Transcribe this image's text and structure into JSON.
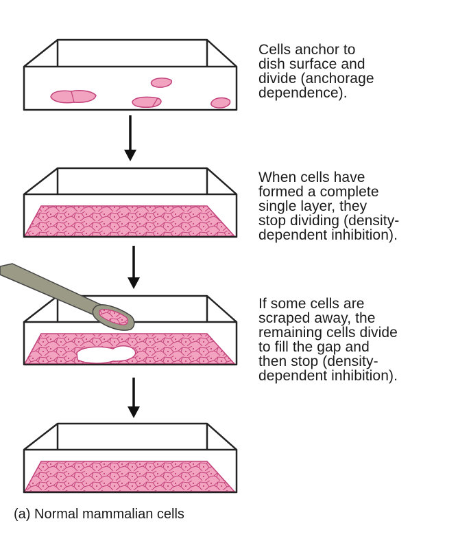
{
  "steps": [
    {
      "text": "Cells anchor to\ndish surface and\ndivide (anchorage\ndependence)."
    },
    {
      "text": "When cells have\nformed a complete\nsingle layer, they\nstop dividing (density-\ndependent inhibition)."
    },
    {
      "text": "If some cells are\nscraped away, the\nremaining cells divide\nto fill the gap and\nthen stop (density-\ndependent inhibition)."
    }
  ],
  "caption": "(a) Normal mammalian cells",
  "colors": {
    "cell_fill": "#f2a3bf",
    "cell_outline": "#c2417a",
    "dish_outline": "#222222",
    "scraper": "#9a9a86"
  }
}
